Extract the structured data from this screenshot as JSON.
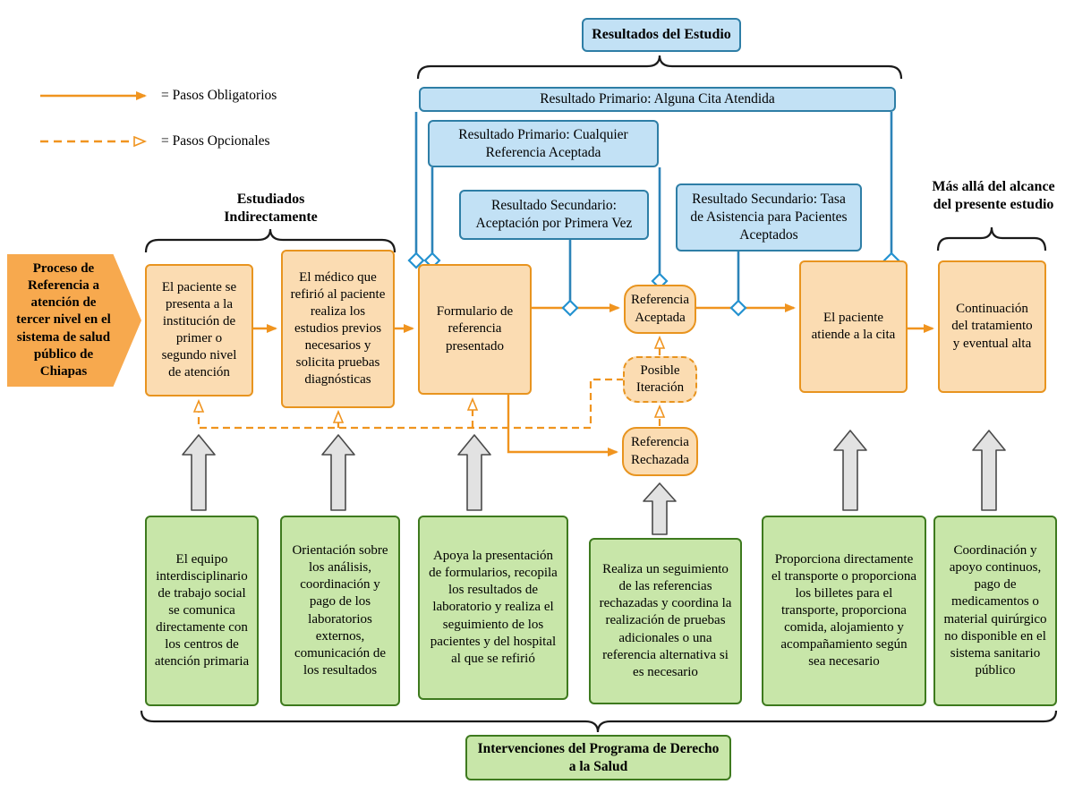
{
  "header": {
    "study_results_title": "Resultados del Estudio"
  },
  "legend": {
    "mandatory_label": "= Pasos Obligatorios",
    "optional_label": "= Pasos Opcionales"
  },
  "banner_label": "Proceso de Referencia a atención de tercer nivel en el sistema de salud público de Chiapas",
  "section_labels": {
    "studied_indirectly": "Estudiados Indirectamente",
    "beyond_scope": "Más allá del alcance del presente estudio",
    "interventions_title": "Intervenciones del Programa de Derecho a la Salud"
  },
  "outcomes": {
    "primary_appointment": "Resultado Primario: Alguna Cita Atendida",
    "primary_referral": "Resultado Primario: Cualquier Referencia Aceptada",
    "secondary_first_time": "Resultado Secundario: Aceptación por Primera Vez",
    "secondary_attendance": "Resultado Secundario: Tasa de Asistencia para Pacientes Aceptados"
  },
  "process": {
    "step1": "El paciente se presenta a la institución de primer o segundo nivel de atención",
    "step2": "El médico que refirió al paciente realiza los estudios previos necesarios y solicita pruebas diagnósticas",
    "step3": "Formulario de referencia presentado",
    "accepted": "Referencia Aceptada",
    "iteration": "Posible Iteración",
    "rejected": "Referencia Rechazada",
    "attends": "El paciente atiende a la cita",
    "continuation": "Continuación del tratamiento y eventual alta"
  },
  "interventions": {
    "i1": "El equipo interdisciplinario de trabajo social se comunica directamente con los centros de atención primaria",
    "i2": "Orientación sobre los análisis, coordinación y pago de los laboratorios externos, comunicación de los resultados",
    "i3": "Apoya la presentación de formularios, recopila los resultados de laboratorio y realiza el seguimiento de los pacientes y del hospital al que se refirió",
    "i4": "Realiza un seguimiento de las referencias rechazadas y coordina la realización de pruebas adicionales o una referencia alternativa si es necesario",
    "i5": "Proporciona directamente el transporte o proporciona los billetes para el transporte, proporciona comida, alojamiento y acompañamiento según sea necesario",
    "i6": "Coordinación y apoyo continuos, pago de medicamentos o material quirúrgico no disponible en el sistema sanitario público"
  },
  "colors": {
    "orange_fill": "#FBDCB2",
    "orange_border": "#E8941F",
    "orange_line": "#F0941F",
    "banner_fill": "#F7A94E",
    "blue_fill": "#C2E1F5",
    "blue_border": "#2E7EA6",
    "blue_line": "#2C83B8",
    "diamond_stroke": "#2492D0",
    "green_fill": "#C8E6A9",
    "green_border": "#3E7A1E",
    "gray_arrow_fill": "#E2E2E2"
  }
}
